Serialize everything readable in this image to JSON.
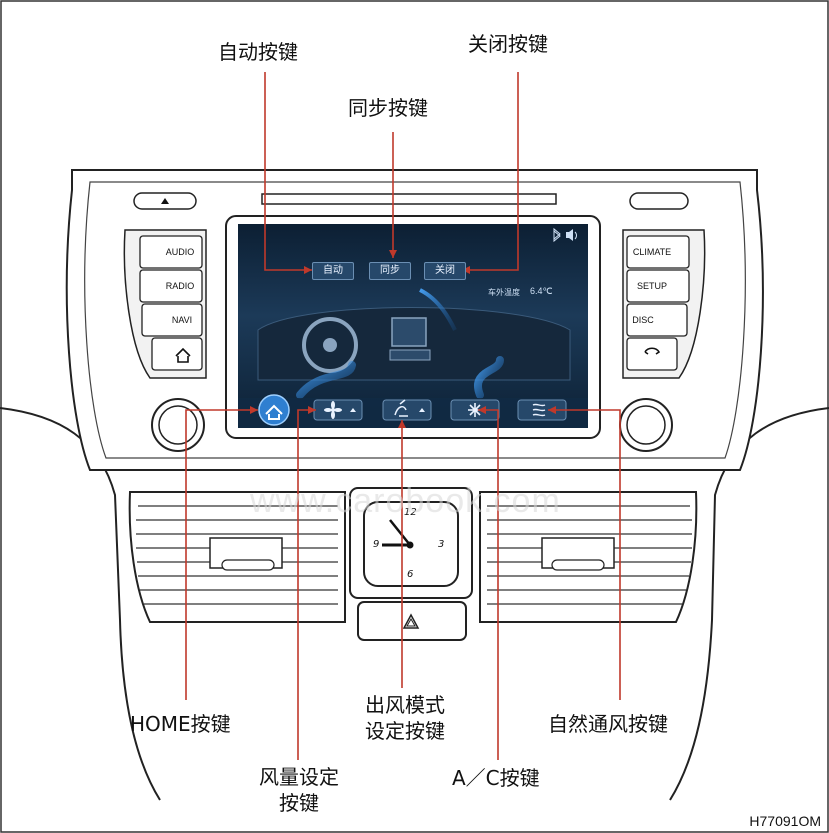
{
  "callouts": {
    "auto": "自动按键",
    "off": "关闭按键",
    "sync": "同步按键",
    "home": "HOME按键",
    "mode_line1": "出风模式",
    "mode_line2": "设定按键",
    "natural": "自然通风按键",
    "fan_line1": "风量设定",
    "fan_line2": "按键",
    "ac": "A／C按键"
  },
  "left_buttons": [
    "AUDIO",
    "RADIO",
    "NAVI"
  ],
  "right_buttons": [
    "CLIMATE",
    "SETUP",
    "DISC"
  ],
  "screen": {
    "top_buttons": [
      "自动",
      "同步",
      "关闭"
    ],
    "outside_temp_label": "车外温度",
    "outside_temp_value": "6.4℃"
  },
  "clock_numerals": [
    "12",
    "3",
    "6",
    "9"
  ],
  "watermark": "www.carobook.com",
  "figure_id": "H77091OM",
  "colors": {
    "leader_line": "#c0392b",
    "outline": "#222222",
    "screen_bg": "#1c3a58"
  },
  "icons": [
    "eject-icon",
    "home-icon",
    "phone-icon",
    "fan-icon",
    "airflow-mode-icon",
    "ac-icon",
    "natural-vent-icon",
    "hazard-icon",
    "bluetooth-icon",
    "volume-icon"
  ]
}
